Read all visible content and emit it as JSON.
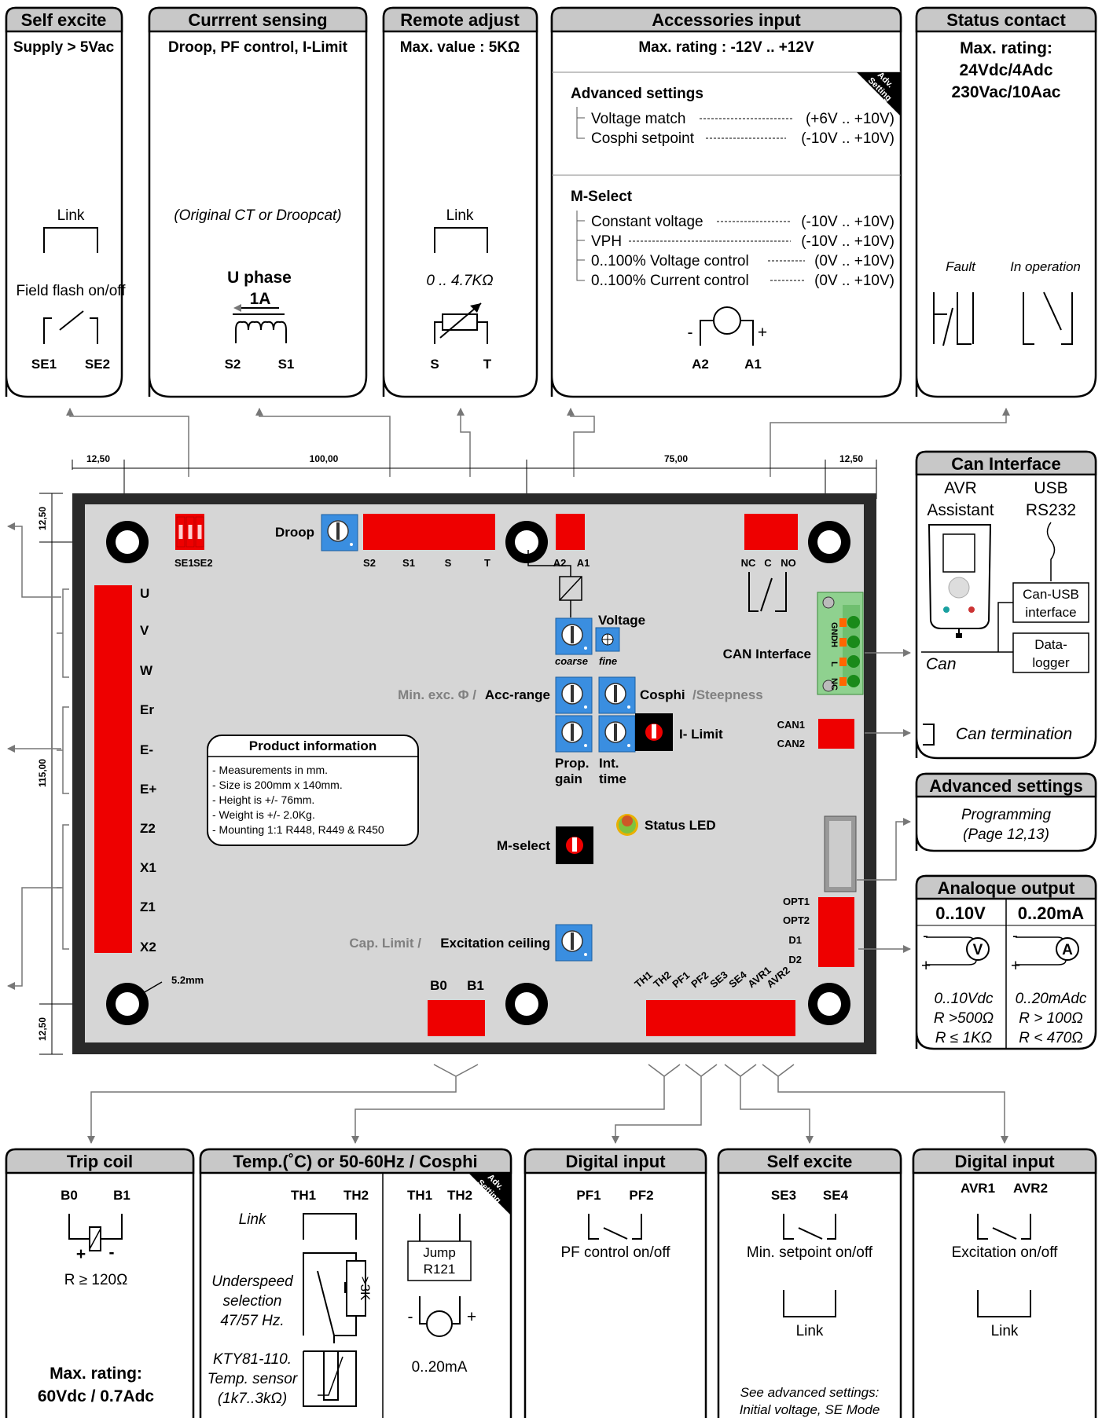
{
  "panels_top": {
    "self_excite": {
      "title": "Self excite",
      "sub": "Supply > 5Vac",
      "link": "Link",
      "flash": "Field flash on/off",
      "t1": "SE1",
      "t2": "SE2"
    },
    "current_sensing": {
      "title": "Currrent sensing",
      "sub": "Droop, PF control, I-Limit",
      "note": "(Original CT or Droopcat)",
      "phase": "U phase",
      "amp": "1A",
      "t1": "S2",
      "t2": "S1"
    },
    "remote_adjust": {
      "title": "Remote adjust",
      "sub": "Max. value : 5KΩ",
      "link": "Link",
      "range": "0 .. 4.7KΩ",
      "t1": "S",
      "t2": "T"
    },
    "accessories": {
      "title": "Accessories input",
      "sub": "Max. rating : -12V .. +12V",
      "badge1": "Adv.",
      "badge2": "Setting",
      "adv_title": "Advanced settings",
      "adv_items": [
        {
          "label": "Voltage match",
          "range": "(+6V .. +10V)"
        },
        {
          "label": "Cosphi setpoint",
          "range": "(-10V .. +10V)"
        }
      ],
      "msel_title": "M-Select",
      "msel_items": [
        {
          "label": "Constant voltage",
          "range": "(-10V .. +10V)"
        },
        {
          "label": "VPH",
          "range": "(-10V .. +10V)"
        },
        {
          "label": "0..100% Voltage control",
          "range": "(0V .. +10V)"
        },
        {
          "label": "0..100% Current control",
          "range": "(0V .. +10V)"
        }
      ],
      "minus": "-",
      "plus": "+",
      "t1": "A2",
      "t2": "A1"
    },
    "status_contact": {
      "title": "Status contact",
      "l1": "Max. rating:",
      "l2": "24Vdc/4Adc",
      "l3": "230Vac/10Aac",
      "fault": "Fault",
      "oper": "In operation"
    }
  },
  "dims": {
    "d1": "12,50",
    "d2": "100,00",
    "d3": "75,00",
    "d4": "12,50",
    "v1": "12,50",
    "v2": "115,00",
    "v3": "12,50",
    "hole": "5.2mm"
  },
  "board": {
    "se1": "SE1",
    "se2": "SE2",
    "droop": "Droop",
    "s2": "S2",
    "s1": "S1",
    "s": "S",
    "t": "T",
    "a2": "A2",
    "a1": "A1",
    "nc": "NC",
    "c": "C",
    "no": "NO",
    "left_terms": [
      "U",
      "V",
      "W",
      "Er",
      "E-",
      "E+",
      "Z2",
      "X1",
      "Z1",
      "X2"
    ],
    "voltage": "Voltage",
    "coarse": "coarse",
    "fine": "fine",
    "can_if": "CAN Interface",
    "can_pins": [
      "GND",
      "H",
      "L",
      "NC"
    ],
    "minexc": "Min. exc. Φ /",
    "accrange": "Acc-range",
    "cosphi": "Cosphi",
    "steep": "/Steepness",
    "ilimit": "I- Limit",
    "prop1": "Prop.",
    "prop2": "gain",
    "int1": "Int.",
    "int2": "time",
    "can1": "CAN1",
    "can2": "CAN2",
    "status_led": "Status LED",
    "mselect": "M-select",
    "opt1": "OPT1",
    "opt2": "OPT2",
    "d1": "D1",
    "d2": "D2",
    "caplimit": "Cap. Limit /",
    "exc": "Excitation ceiling",
    "b0": "B0",
    "b1": "B1",
    "bottom_terms": [
      "TH1",
      "TH2",
      "PF1",
      "PF2",
      "SE3",
      "SE4",
      "AVR1",
      "AVR2"
    ],
    "product_title": "Product information",
    "product_lines": [
      "- Measurements in mm.",
      "- Size is 200mm x 140mm.",
      "- Height is +/- 76mm.",
      "- Weight is +/- 2.0Kg.",
      "- Mounting 1:1 R448, R449 & R450"
    ]
  },
  "can_panel": {
    "title": "Can Interface",
    "avr1": "AVR",
    "avr2": "Assistant",
    "usb1": "USB",
    "usb2": "RS232",
    "cu1": "Can-USB",
    "cu2": "interface",
    "dl1": "Data-",
    "dl2": "logger",
    "can": "Can",
    "term": "Can termination"
  },
  "adv_panel": {
    "title": "Advanced settings",
    "l1": "Programming",
    "l2": "(Page 12,13)"
  },
  "analog_panel": {
    "title": "Analoque output",
    "v_head": "0..10V",
    "a_head": "0..20mA",
    "v_sym": "V",
    "a_sym": "A",
    "minus": "-",
    "plus": "+",
    "v_lines": [
      "0..10Vdc",
      "R >500Ω",
      "R ≤ 1KΩ"
    ],
    "a_lines": [
      "0..20mAdc",
      "R > 100Ω",
      "R < 470Ω"
    ]
  },
  "panels_bottom": {
    "trip": {
      "title": "Trip coil",
      "b0": "B0",
      "b1": "B1",
      "plus": "+",
      "minus": "-",
      "r": "R ≥ 120Ω",
      "m1": "Max. rating:",
      "m2": "60Vdc / 0.7Adc"
    },
    "temp": {
      "title": "Temp.(˚C) or 50-60Hz  /  Cosphi",
      "th1": "TH1",
      "th2": "TH2",
      "link": "Link",
      "u1": "Underspeed",
      "u2": "selection",
      "u3": "47/57 Hz.",
      "r3k": ">3K",
      "k1": "KTY81-110.",
      "k2": "Temp. sensor",
      "k3": "(1k7..3kΩ)",
      "jump1": "Jump",
      "jump2": "R121",
      "minus": "-",
      "plus": "+",
      "ma": "0..20mA",
      "badge1": "Adv.",
      "badge2": "Setting"
    },
    "dig1": {
      "title": "Digital input",
      "t1": "PF1",
      "t2": "PF2",
      "label": "PF control on/off"
    },
    "selfex": {
      "title": "Self excite",
      "t1": "SE3",
      "t2": "SE4",
      "label": "Min. setpoint on/off",
      "link": "Link",
      "note1": "See advanced settings:",
      "note2": "Initial voltage, SE Mode"
    },
    "dig2": {
      "title": "Digital input",
      "t1": "AVR1",
      "t2": "AVR2",
      "label": "Excitation on/off",
      "link": "Link"
    }
  }
}
